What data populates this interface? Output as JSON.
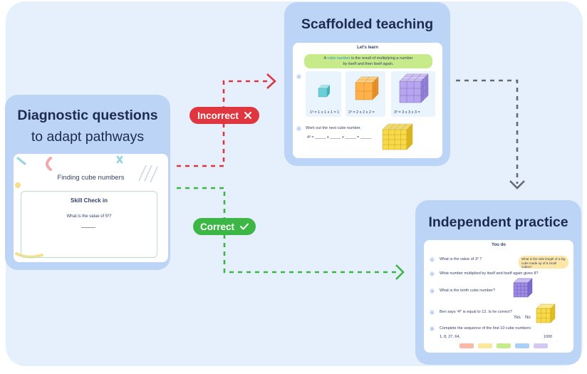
{
  "diagnostic": {
    "title": "Diagnostic questions",
    "subtitle": "to adapt pathways",
    "worksheet_title": "Finding cube numbers",
    "check_title": "Skill Check in",
    "question": "What is the value of 5³?"
  },
  "scaffolded": {
    "title": "Scaffolded teaching",
    "header": "Let's learn",
    "definition_prefix": "A",
    "definition_term": "cube number",
    "definition_rest": "is the result of multiplying a number",
    "definition_line2": "by itself and then itself again.",
    "eq1": "1³ = 1 x 1 x 1 = 1",
    "eq2": "2³ = 2 x 2 x 2 =",
    "eq3": "3³ = 3 x 3 x 3 =",
    "task": "Work out the next cube number.",
    "task_eq": "4³ = _____ x _____ x _____ = _____"
  },
  "independent": {
    "title": "Independent practice",
    "header": "You do",
    "q1": "What is the value of 3³ ?",
    "speech": "What is the side length of a big cube made up of 8 small cubes?",
    "q2": "What number multiplied by itself and itself again gives 8?",
    "q3": "What is the tenth cube number?",
    "q4": "Ben says '4³' is equal to 12. Is he correct?",
    "yes": "Yes",
    "no": "No",
    "q5": "Complete the sequence of the first 10 cube numbers:",
    "sequence": "1,    8,    27,    64,",
    "seq_end": "1000"
  },
  "labels": {
    "incorrect": "Incorrect",
    "correct": "Correct"
  },
  "colors": {
    "incorrect": "#e0363f",
    "correct": "#3cb644",
    "neutral": "#676a70",
    "card": "#bcd5f7",
    "background": "#e5f0fc",
    "definition": "#c7eb8a"
  }
}
